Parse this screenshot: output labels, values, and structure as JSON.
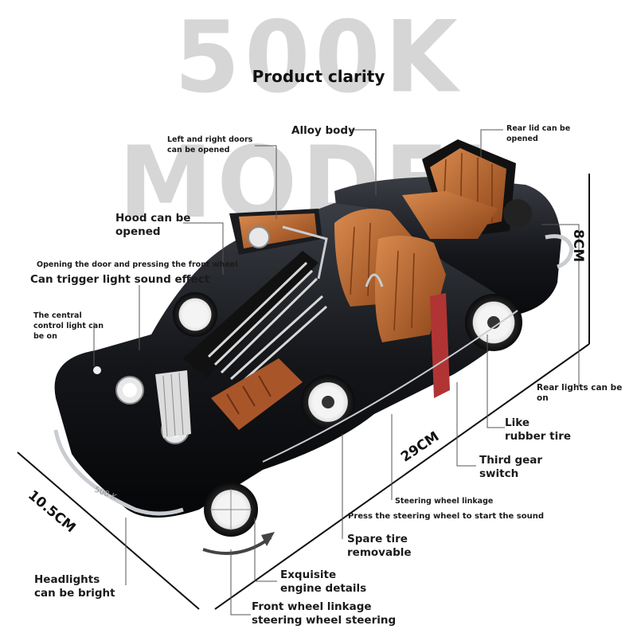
{
  "header": {
    "title": "500K MODEL",
    "subtitle": "Product clarity"
  },
  "labels": {
    "alloy_body": "Alloy body",
    "doors": [
      "Left and right doors",
      "can be opened"
    ],
    "rear_lid": [
      "Rear lid can be",
      "opened"
    ],
    "hood": [
      "Hood can be",
      "opened"
    ],
    "door_press": "Opening the door and pressing the front wheel",
    "light_sound": "Can trigger light sound effect",
    "central_light": [
      "The central",
      "control light can",
      "be on"
    ],
    "rear_lights": [
      "Rear lights can be",
      "on"
    ],
    "rubber_tire": [
      "Like",
      "rubber tire"
    ],
    "gear_switch": [
      "Third gear",
      "switch"
    ],
    "steering_linkage": "Steering wheel linkage",
    "press_steering": "Press the steering wheel to start the sound",
    "spare_tire": [
      "Spare tire",
      "removable"
    ],
    "headlights": [
      "Headlights",
      "can be bright"
    ],
    "engine": [
      "Exquisite",
      "engine details"
    ],
    "front_wheel": [
      "Front wheel linkage",
      "steering wheel steering"
    ]
  },
  "dimensions": {
    "height": "8CM",
    "length": "29CM",
    "width": "10.5CM"
  },
  "plate_text": "500 K",
  "colors": {
    "title_gray": "#d6d6d6",
    "body_black": "#14161a",
    "leather_brown": "#b8612c",
    "chrome": "#c9ccd1",
    "line": "#555555"
  }
}
